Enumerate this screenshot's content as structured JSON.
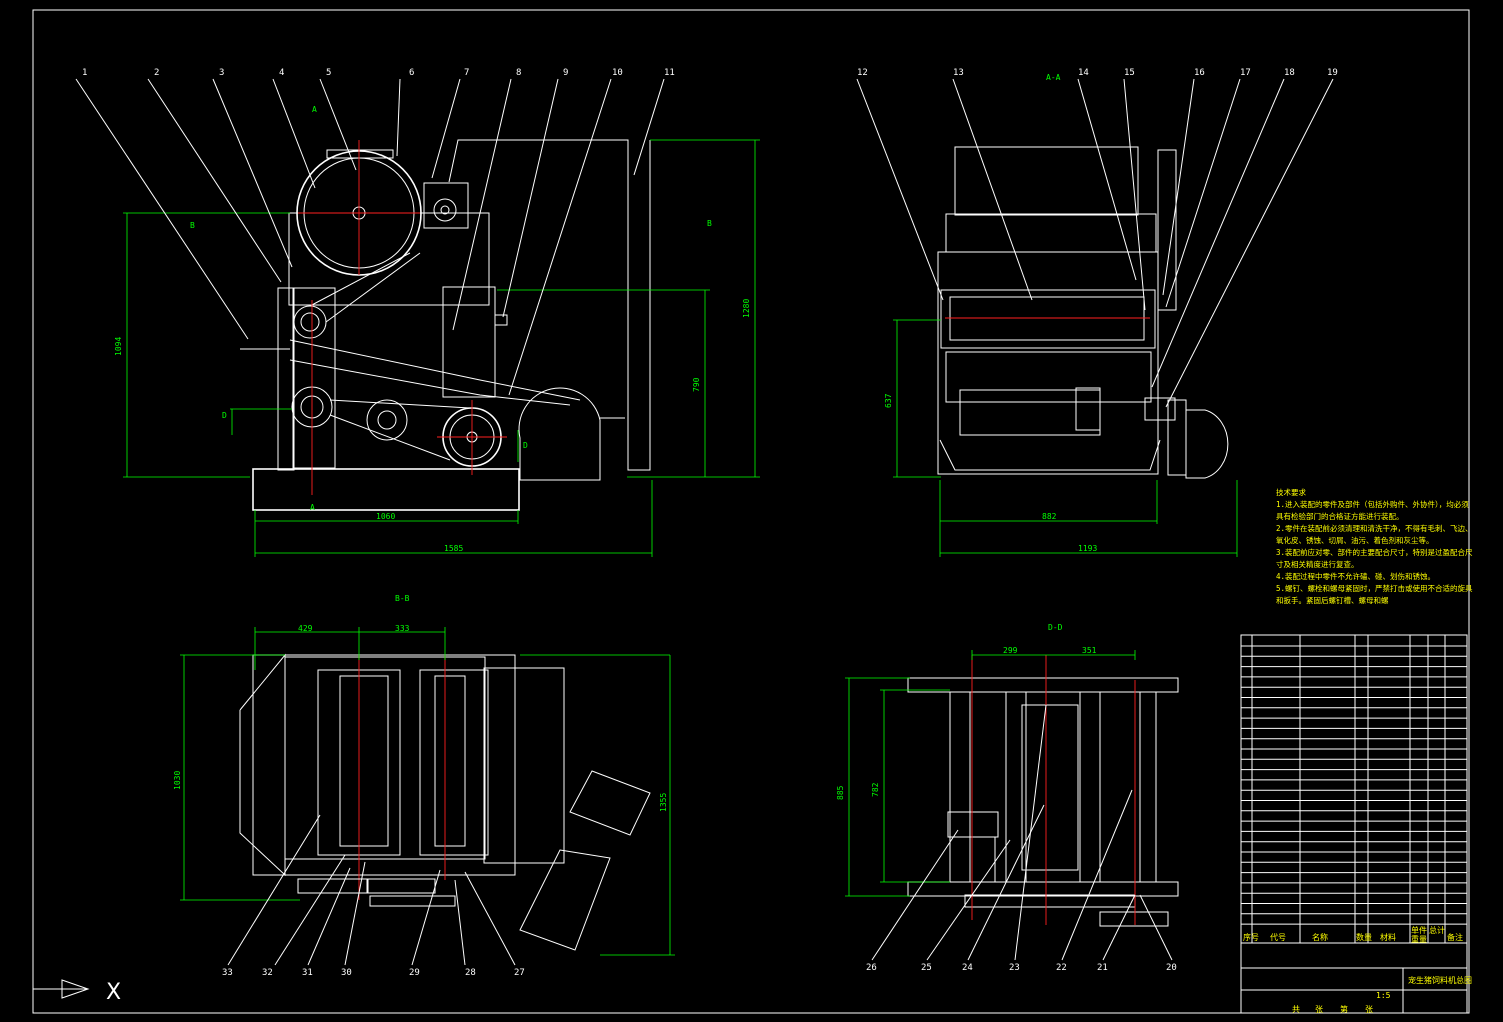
{
  "section_labels": {
    "a_top": "A",
    "a_bottom": "A",
    "aa": "A-A",
    "b_left": "B",
    "b_right": "B",
    "bb": "B-B",
    "d_left": "D",
    "d_right": "D",
    "dd": "D-D"
  },
  "balloons_front": [
    "1",
    "2",
    "3",
    "4",
    "5",
    "6",
    "7",
    "8",
    "9",
    "10",
    "11"
  ],
  "balloons_side": [
    "12",
    "13",
    "14",
    "15",
    "16",
    "17",
    "18",
    "19"
  ],
  "balloons_bb": [
    "33",
    "32",
    "31",
    "30",
    "29",
    "28",
    "27"
  ],
  "balloons_dd": [
    "26",
    "25",
    "24",
    "23",
    "22",
    "21",
    "20"
  ],
  "dims": {
    "front_height": "1094",
    "front_total_height": "1280",
    "front_mid": "790",
    "front_base": "1060",
    "front_total": "1585",
    "side_height": "637",
    "side_base": "882",
    "side_total": "1193",
    "bb_left": "429",
    "bb_right": "333",
    "bb_h1": "1030",
    "bb_h2": "1355",
    "dd_left": "299",
    "dd_right": "351",
    "dd_h1": "885",
    "dd_h2": "782"
  },
  "notes": {
    "title": "技术要求",
    "lines": [
      "1.进入装配的零件及部件（包括外购件、外协件），均必须",
      "具有检验部门的合格证方能进行装配。",
      "2.零件在装配前必须清理和清洗干净，不得有毛刺、飞边、",
      "氧化皮、锈蚀、切屑、油污、着色剂和灰尘等。",
      "3.装配前应对零、部件的主要配合尺寸，特别是过盈配合尺",
      "寸及相关精度进行复查。",
      "4.装配过程中零件不允许磕、碰、划伤和锈蚀。",
      "5.螺钉、螺栓和螺母紧固时，严禁打击或使用不合适的旋具",
      "和扳手。紧固后螺钉槽、螺母和螺"
    ]
  },
  "title_block": {
    "header": [
      "序号",
      "代号",
      "名称",
      "数量",
      "材料",
      "单件",
      "总计",
      "备注"
    ],
    "weight_label": "重量",
    "drawing_name": "宠生猪饲料机总图",
    "scale": "1:5",
    "sheets": [
      "共",
      "张",
      "第",
      "张"
    ]
  },
  "axis_glyph": "X"
}
